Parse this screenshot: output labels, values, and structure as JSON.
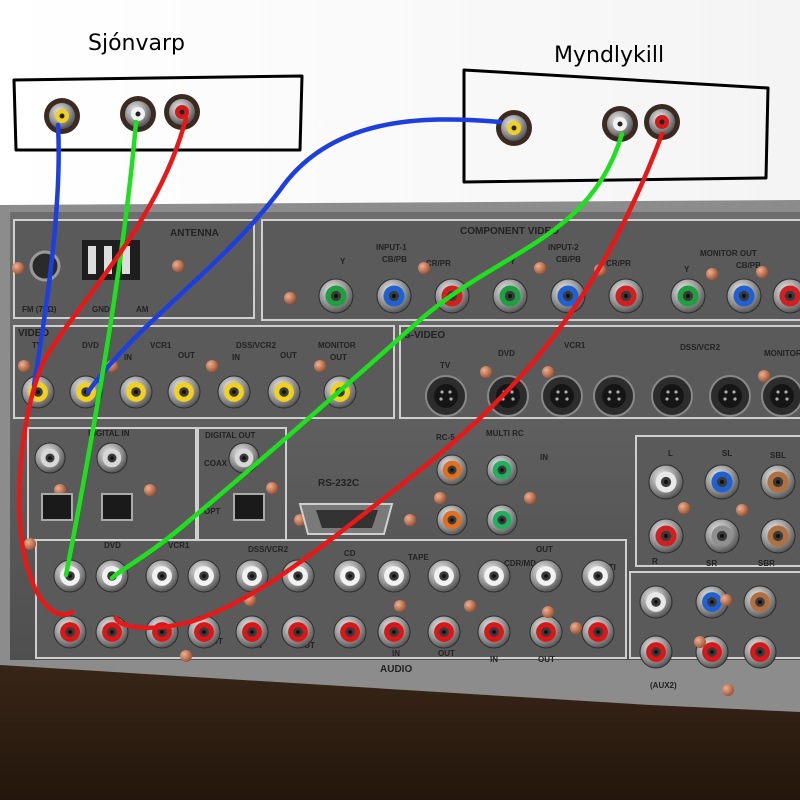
{
  "drawing": {
    "tv_label": "Sjónvarp",
    "decoder_label": "Myndlykill"
  },
  "receiver": {
    "sections": {
      "antenna": "ANTENNA",
      "component_video": "COMPONENT VIDEO",
      "video": "VIDEO",
      "s_video": "S-VIDEO",
      "digital_in": "DIGITAL IN",
      "digital_out": "DIGITAL OUT",
      "rs232c": "RS-232C",
      "audio": "AUDIO",
      "multi_rc": "MULTI RC",
      "rc5": "RC-5",
      "aux2": "(AUX2)"
    },
    "antenna_labels": [
      "FM (75Ω)",
      "GND",
      "AM"
    ],
    "component_inputs": [
      "INPUT-1",
      "INPUT-2",
      "MONITOR OUT"
    ],
    "component_channels": [
      "Y",
      "CB/PB",
      "CR/PR"
    ],
    "video_inputs": [
      "TV",
      "DVD",
      "VCR1",
      "DSS/VCR2",
      "MONITOR"
    ],
    "video_subs": [
      "IN",
      "OUT",
      "IN",
      "OUT",
      "OUT"
    ],
    "svideo_inputs": [
      "TV",
      "DVD",
      "VCR1",
      "DSS/VCR2",
      "MONITOR"
    ],
    "audio_inputs": [
      "DVD",
      "VCR1",
      "DSS/VCR2",
      "CD",
      "TAPE",
      "CDR/MD",
      "MULTI"
    ],
    "audio_subs": [
      "IN",
      "OUT",
      "IN",
      "OUT",
      "IN",
      "OUT",
      "IN",
      "OUT"
    ],
    "multi_channels": [
      "L",
      "SL",
      "SBL",
      "R",
      "SR",
      "SBR"
    ],
    "coax_label": "COAX",
    "opt_label": "OPT",
    "in_label": "IN",
    "out_label": "OUT"
  },
  "cable_colors": {
    "video": "#1d3fe0",
    "audio_left": "#1fe01f",
    "audio_right": "#e81818"
  }
}
